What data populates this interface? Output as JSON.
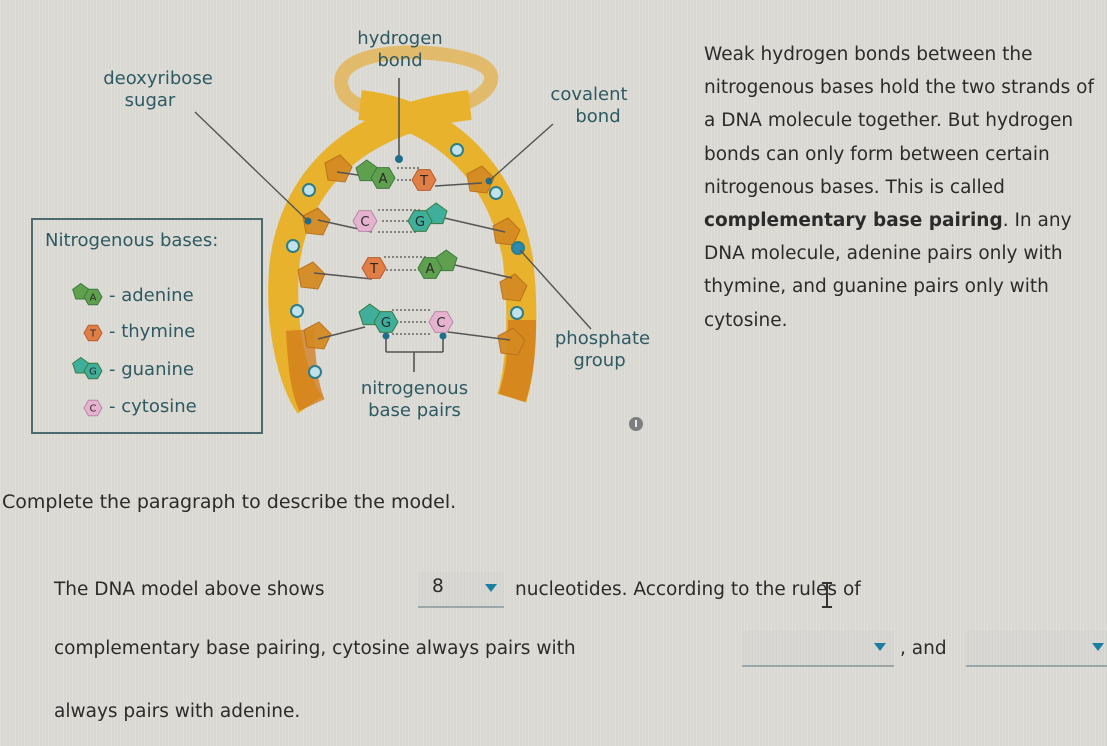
{
  "diagram": {
    "labels": {
      "hydrogen_bond": [
        "hydrogen",
        "bond"
      ],
      "deoxyribose_sugar": [
        "deoxyribose",
        "sugar"
      ],
      "covalent_bond": [
        "covalent",
        "bond"
      ],
      "phosphate_group": [
        "phosphate",
        "group"
      ],
      "nitrogenous_base_pairs": [
        "nitrogenous",
        "base pairs"
      ]
    },
    "base_pairs": [
      {
        "left": "A",
        "right": "T"
      },
      {
        "left": "C",
        "right": "G"
      },
      {
        "left": "T",
        "right": "A"
      },
      {
        "left": "G",
        "right": "C"
      }
    ],
    "colors": {
      "A": "#5fa04e",
      "T": "#e07e45",
      "G": "#3fae9a",
      "C": "#e5b3cf",
      "strand": "#e9b22c",
      "strand_dark": "#cf7a1a",
      "label": "#2d5a63"
    },
    "info_icon": "info-icon"
  },
  "legend": {
    "title": "Nitrogenous bases:",
    "items": [
      {
        "letter": "A",
        "name": "- adenine"
      },
      {
        "letter": "T",
        "name": "- thymine"
      },
      {
        "letter": "G",
        "name": "- guanine"
      },
      {
        "letter": "C",
        "name": "- cytosine"
      }
    ]
  },
  "info": {
    "p1": "Weak hydrogen bonds between the nitrogenous bases hold the two strands of a DNA molecule together. But hydrogen bonds can only form between certain nitrogenous bases. This is called ",
    "bold": "complementary base pairing",
    "p2": ". In any DNA molecule, adenine pairs only with thymine, and guanine pairs only with cytosine."
  },
  "question": {
    "instruction": "Complete the paragraph to describe the model.",
    "line1_before": "The DNA model above shows",
    "dropdown1_value": "8",
    "line1_after": "nucleotides. According to the rules of",
    "line2_before": "complementary base pairing, cytosine always pairs with",
    "dropdown2_value": "",
    "line2_mid": ", and",
    "dropdown3_value": "",
    "line3": "always pairs with adenine."
  }
}
